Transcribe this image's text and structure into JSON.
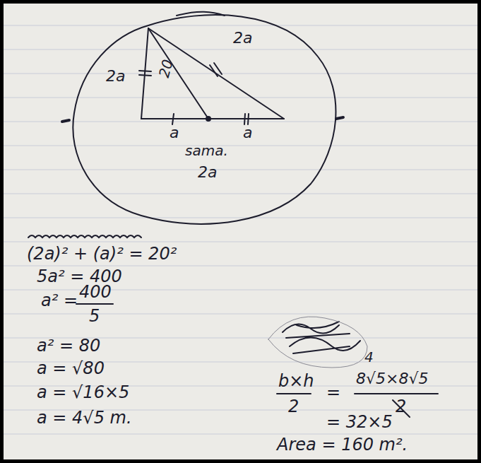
{
  "diagram": {
    "labels": [
      "2a",
      "20",
      "2a",
      "a",
      "a",
      "sama.",
      "2a",
      "(2a)² + (a)² = 20²",
      "5a² = 400",
      "a² =",
      "400",
      "5",
      "a² = 80",
      "a = √80",
      "a = √16×5",
      "a = 4√5 m.",
      "b×h",
      "2",
      "=",
      "4",
      "8√5×8√5",
      "2",
      "= 32×5",
      "Area = 160 m²."
    ]
  }
}
